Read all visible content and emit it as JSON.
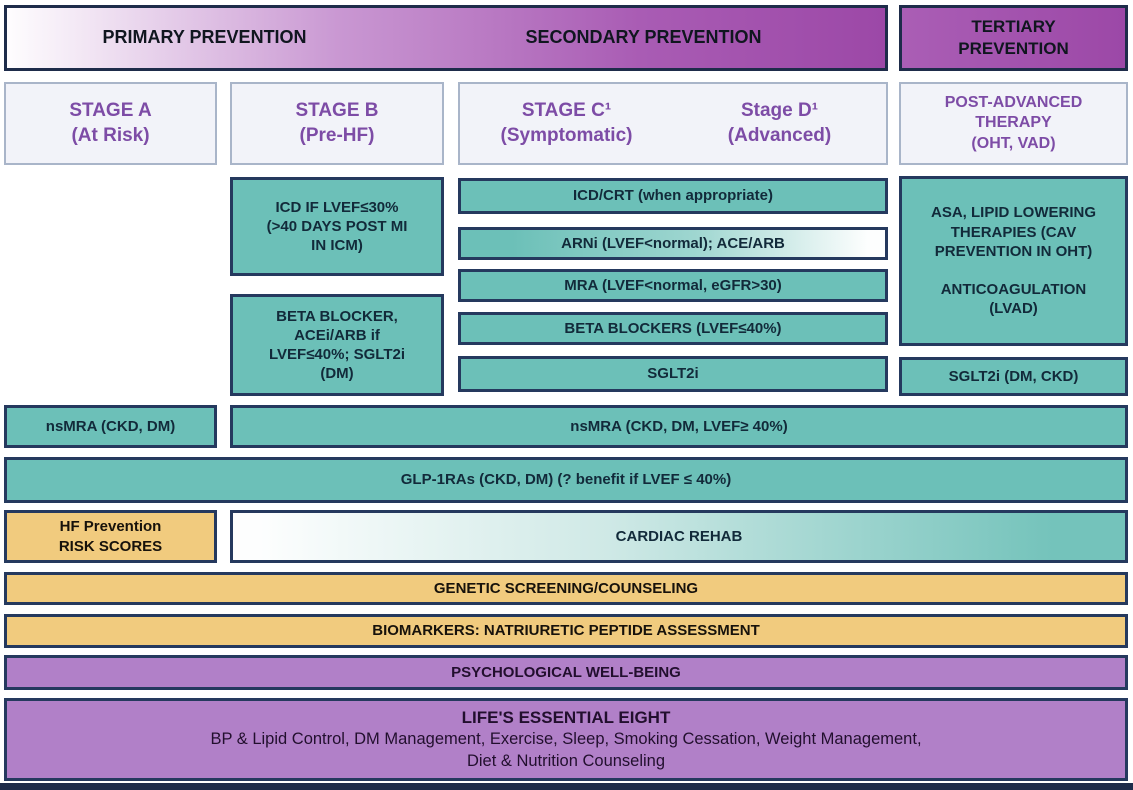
{
  "headers": {
    "primary": "PRIMARY PREVENTION",
    "secondary": "SECONDARY PREVENTION",
    "tertiary": "TERTIARY\nPREVENTION"
  },
  "stages": {
    "stage_a": "STAGE A\n(At Risk)",
    "stage_b": "STAGE B\n(Pre-HF)",
    "stage_c": "STAGE C¹\n(Symptomatic)",
    "stage_d": "Stage D¹\n(Advanced)",
    "post_advanced": "POST-ADVANCED\nTHERAPY\n(OHT, VAD)"
  },
  "treatments": {
    "stage_b_icd": "ICD IF LVEF≤30%\n(>40 DAYS POST MI\nIN ICM)",
    "stage_b_beta_blocker": "BETA BLOCKER,\nACEi/ARB if\nLVEF≤40%; SGLT2i\n(DM)",
    "icd_crt": "ICD/CRT (when appropriate)",
    "arni": "ARNi (LVEF<normal); ACE/ARB",
    "mra": "MRA (LVEF<normal, eGFR>30)",
    "beta_blockers": "BETA BLOCKERS (LVEF≤40%)",
    "sglt2i": "SGLT2i",
    "asa_anticoagulation": "ASA, LIPID LOWERING\nTHERAPIES (CAV\nPREVENTION IN OHT)\n\nANTICOAGULATION\n(LVAD)",
    "sglt2i_dm_ckd": "SGLT2i (DM, CKD)",
    "nsmra": "nsMRA (CKD, DM)",
    "nsmra_wide": "nsMRA (CKD, DM, LVEF≥ 40%)",
    "glp1ra": "GLP-1RAs (CKD, DM) (? benefit if LVEF ≤ 40%)",
    "hf_risk_scores": "HF Prevention\nRISK SCORES",
    "cardiac_rehab": "CARDIAC REHAB",
    "genetic_screening": "GENETIC SCREENING/COUNSELING",
    "biomarkers": "BIOMARKERS: NATRIURETIC PEPTIDE ASSESSMENT",
    "psychological": "PSYCHOLOGICAL WELL-BEING",
    "lifes_essential_title": "LIFE'S ESSENTIAL EIGHT",
    "lifes_essential_body": "BP & Lipid Control, DM Management, Exercise, Sleep, Smoking Cessation, Weight Management,\nDiet & Nutrition Counseling"
  },
  "colors": {
    "teal": "#6cc0b8",
    "yellow": "#f1cb7e",
    "purple_row": "#b180c8",
    "header_purple": "#9c48a7",
    "border_dark_navy": "#25395e",
    "stage_label_purple": "#7d4ca6"
  }
}
